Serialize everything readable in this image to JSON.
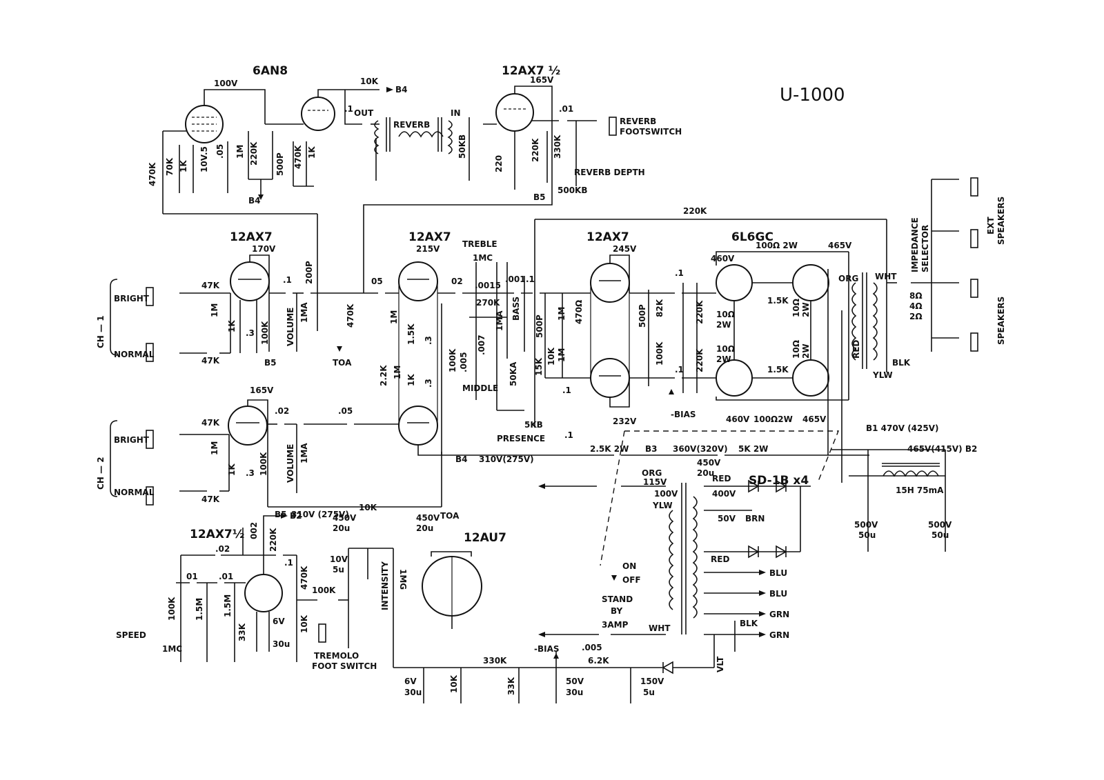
{
  "model": "U-1000",
  "sections": {
    "reverb": {
      "tube_driver": "6AN8",
      "tube_recovery": "12AX7 ½",
      "labels": [
        "100V",
        "10K",
        "B4",
        ".1",
        "OUT",
        "REVERB",
        "IN",
        ".01",
        "165V",
        "REVERB",
        "FOOTSWITCH",
        "470K",
        "70K",
        "1K",
        ".5",
        "10V",
        ".05",
        "1M",
        "220K",
        "500P",
        "470K",
        "1K",
        "B4",
        "50KB",
        "220",
        "220K",
        "330K",
        "REVERB DEPTH",
        "500KB",
        "B5"
      ]
    },
    "ch1": {
      "channel": "CH — 1",
      "tube": "12AX7",
      "labels": [
        "170V",
        "BRIGHT",
        "NORMAL",
        "47K",
        "47K",
        "1M",
        "1K",
        ".3",
        "100K",
        ".1",
        "200P",
        "VOLUME",
        "1MA",
        "B5",
        "470K",
        "TOA"
      ]
    },
    "ch2": {
      "channel": "CH — 2",
      "tube": "12AX7",
      "labels": [
        "165V",
        "BRIGHT",
        "NORMAL",
        "47K",
        "47K",
        "1M",
        "1K",
        ".3",
        "100K",
        ".02",
        "VOLUME",
        "1MA",
        ".05",
        "B5",
        "310V (275V)",
        "10K",
        "450V",
        "20u",
        "450V",
        "20u",
        "TOA"
      ]
    },
    "tonestack": {
      "tube": "12AX7",
      "labels": [
        "215V",
        "05",
        "02",
        "TREBLE",
        "1MC",
        ".0015",
        ".001",
        ".1",
        "270K",
        "BASS",
        "1MA",
        ".007",
        ".005",
        "500P",
        "MIDDLE",
        "50KA",
        "15K",
        "1M",
        "1.5K",
        ".3",
        "2.2K",
        "1M",
        "1K",
        ".3",
        "100K",
        "5KB",
        "PRESENCE",
        ".1",
        "B4",
        "310V(275V)"
      ]
    },
    "phase_inverter": {
      "tube": "12AX7",
      "labels": [
        "245V",
        "1M",
        "470Ω",
        "1M",
        "10K",
        ".1",
        "500P",
        "82K",
        "100K",
        "232V",
        ".1",
        ".1",
        "220K",
        "220K",
        "-BIAS",
        "220K"
      ]
    },
    "power": {
      "tube": "6L6GC",
      "labels": [
        "460V",
        "100Ω 2W",
        "465V",
        "1.5K",
        "10Ω",
        "2W",
        "10Ω",
        "2W",
        "10Ω",
        "2W",
        "10Ω",
        "2W",
        "1.5K",
        "460V",
        "100Ω2W",
        "465V",
        "ORG",
        "WHT",
        "RED",
        "YLW",
        "BLK",
        "8Ω",
        "4Ω",
        "2Ω",
        "IMPEDANCE",
        "SELECTOR",
        "EXT",
        "SPEAKERS",
        "SPEAKERS",
        "B1 470V (425V)"
      ]
    },
    "supply": {
      "rectifier": "SD-1B x4",
      "labels": [
        "2.5K 2W",
        "B3",
        "360V(320V)",
        "450V",
        "20u",
        "5K 2W",
        "465V(415V) B2",
        "ORG",
        "115V",
        "100V",
        "YLW",
        "RED",
        "400V",
        "50V",
        "BRN",
        "RED",
        "BLU",
        "BLU",
        "GRN",
        "BLK",
        "GRN",
        "15H 75mA",
        "500V",
        "50u",
        "500V",
        "50u",
        "ON",
        "OFF",
        "STAND",
        "BY",
        "3AMP",
        "WHT",
        "VLT"
      ]
    },
    "tremolo": {
      "tube_osc": "12AX7½",
      "tube_mod": "12AU7",
      "labels": [
        "B2",
        ".02",
        "002",
        "220K",
        ".1",
        "01",
        ".01",
        "100K",
        "1.5M",
        "1.5M",
        "33K",
        "6V",
        "30u",
        "470K",
        "10K",
        "SPEED",
        "1MC",
        "10V",
        "5u",
        "100K",
        "INTENSITY",
        "1MG",
        "TREMOLO",
        "FOOT SWITCH",
        "330K",
        "-BIAS",
        ".005",
        "6.2K",
        "6V",
        "30u",
        "10K",
        "33K",
        "50V",
        "30u",
        "150V",
        "5u"
      ]
    }
  }
}
